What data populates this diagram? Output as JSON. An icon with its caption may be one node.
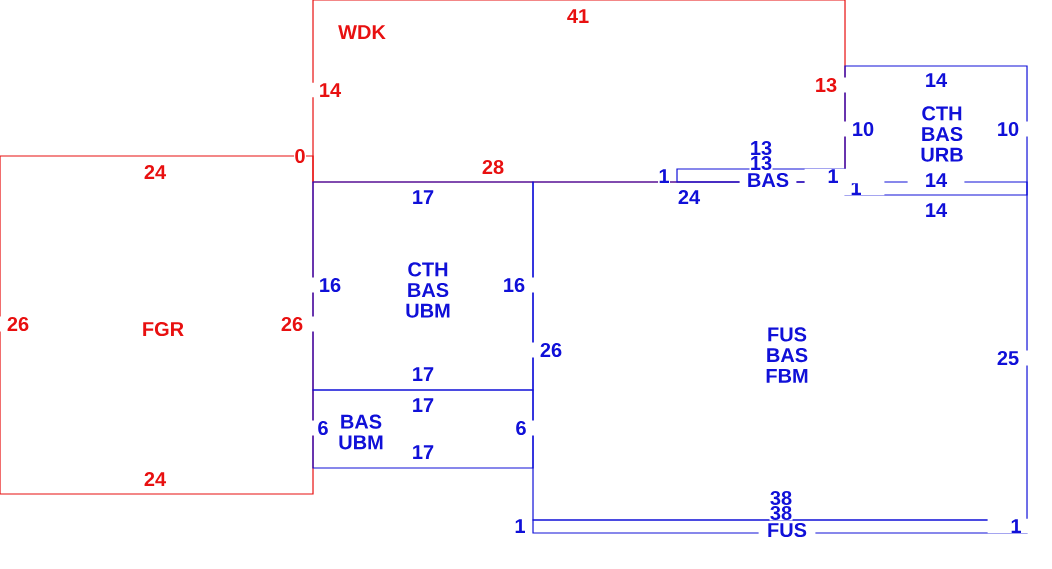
{
  "diagram": {
    "nodes": [
      {
        "text": [
          "WDK",
          "41",
          "14",
          "13",
          "28"
        ],
        "beside": [
          "0"
        ]
      },
      {
        "text": [
          "24",
          "26",
          "FGR",
          "26",
          "24"
        ]
      },
      {
        "text": [
          "17",
          "16",
          "CTH BAS UBM",
          "16",
          "17"
        ]
      },
      {
        "text": [
          "17",
          "6",
          "BAS UBM",
          "6",
          "17"
        ]
      },
      {
        "text": [
          "14",
          "10",
          "CTH BAS URB",
          "10",
          "14",
          "1"
        ]
      },
      {
        "text": [
          "BAS",
          "1"
        ],
        "beside": [
          "13",
          "13",
          "1",
          "24"
        ],
        "in": 0
      },
      {
        "text": [
          "14",
          "26",
          "FUS BAS FBM",
          "25",
          "38"
        ]
      },
      {
        "text": [
          "FUS",
          "1"
        ],
        "beside": [
          "38",
          "1"
        ]
      }
    ]
  }
}
